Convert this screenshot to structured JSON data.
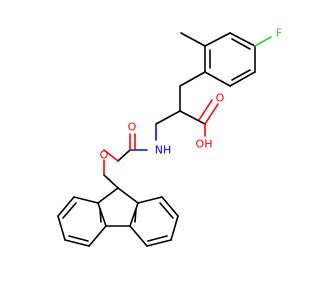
{
  "molecule": {
    "atom_labels": {
      "fluorine": "F",
      "carboxyl_hydroxyl": "OH",
      "carboxyl_oxygen": "O",
      "amine": "NH",
      "carbamate_carbonyl_oxygen": "O",
      "carbamate_ester_oxygen": "O"
    },
    "colors": {
      "carbon_bond": "#000000",
      "oxygen": "#ff0000",
      "nitrogen": "#0000ff",
      "fluorine": "#33cc33"
    }
  }
}
